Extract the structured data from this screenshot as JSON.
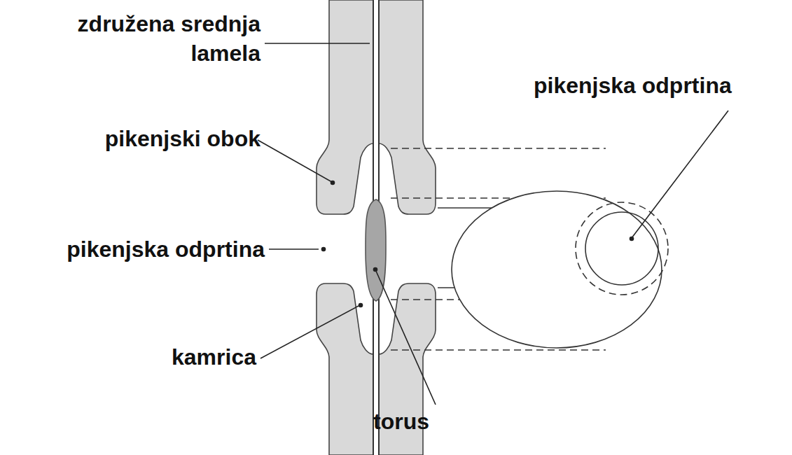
{
  "diagram": {
    "labels": [
      "združena srednja lamela",
      "pikenjski obok",
      "pikenjska odprtina",
      "kamrica",
      "torus",
      "pikenjska odprtina"
    ]
  }
}
